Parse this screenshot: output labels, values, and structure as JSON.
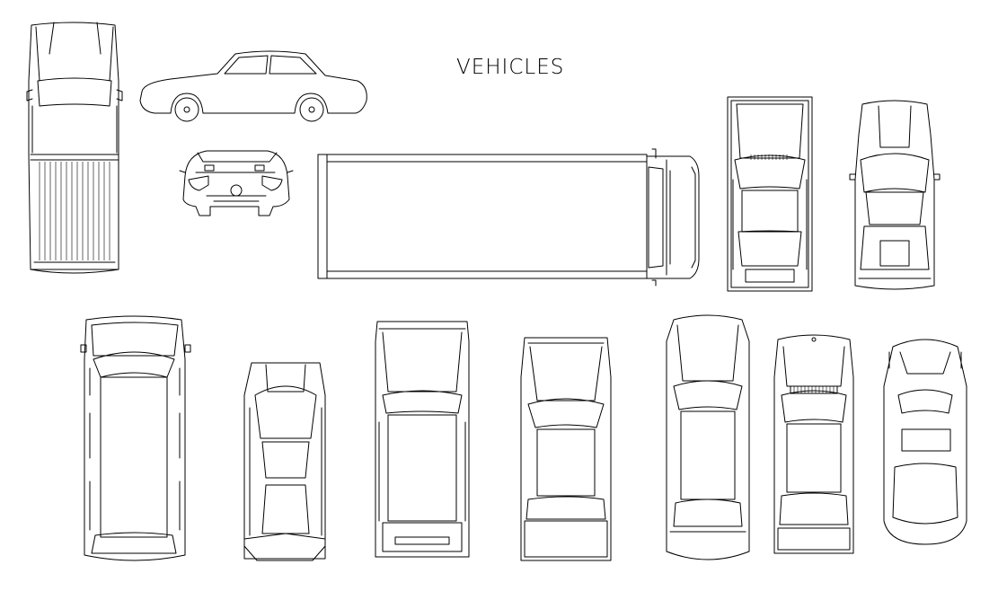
{
  "drawing": {
    "title": "VEHICLES",
    "line_color": "#000000",
    "background": "#ffffff"
  },
  "vehicles": [
    {
      "kind": "pickup-truck-top-view"
    },
    {
      "kind": "sedan-side-view"
    },
    {
      "kind": "roadster-front-view"
    },
    {
      "kind": "box-truck-top-view"
    },
    {
      "kind": "hatchback-top-view"
    },
    {
      "kind": "sports-coupe-top-view"
    },
    {
      "kind": "minivan-top-view"
    },
    {
      "kind": "supercar-top-view"
    },
    {
      "kind": "station-wagon-top-view"
    },
    {
      "kind": "sedan-top-view"
    },
    {
      "kind": "long-sedan-top-view"
    },
    {
      "kind": "compact-car-top-view"
    },
    {
      "kind": "porsche-style-coupe-top-view"
    }
  ]
}
